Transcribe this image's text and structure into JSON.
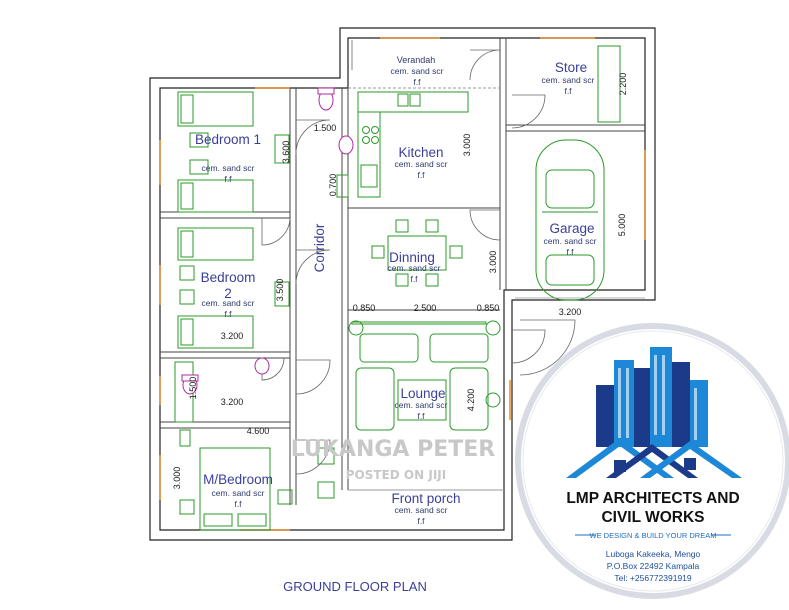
{
  "plan_title": "GROUND FLOOR PLAN",
  "rooms": {
    "bedroom1": "Bedroom 1",
    "bedroom2_line1": "Bedroom",
    "bedroom2_line2": "2",
    "master": "M/Bedroom",
    "corridor": "Corridor",
    "kitchen": "Kitchen",
    "dinning": "Dinning",
    "lounge": "Lounge",
    "front_porch": "Front porch",
    "verandah": "Verandah",
    "store": "Store",
    "garage": "Garage"
  },
  "finish_notes": {
    "line1": "cem. sand scr",
    "line2": "f.f"
  },
  "dimensions": {
    "d1500a": "1.500",
    "d3600": "3.600",
    "d0700": "0.700",
    "d3000k": "3.000",
    "d3000d": "3.000",
    "d3500": "3.500",
    "d3200a": "3.200",
    "d3200b": "3.200",
    "d1500b": "1.500",
    "d4600": "4.600",
    "d3000m": "3.000",
    "d0850a": "0.850",
    "d2500": "2.500",
    "d0850b": "0.850",
    "d4200": "4.200",
    "d2200": "2.200",
    "d5000": "5.000",
    "d3200g": "3.200"
  },
  "watermark": {
    "name": "LUKANGA PETER",
    "posted": "POSTED ON JIJI"
  },
  "logo": {
    "name_line1": "LMP ARCHITECTS AND",
    "name_line2": "CIVIL WORKS",
    "tagline": "WE DESIGN & BUILD YOUR DREAM",
    "address1": "Luboga Kakeeka, Mengo",
    "address2": "P.O.Box 22492 Kampala",
    "phone": "Tel: +256772391919",
    "colors": {
      "navy": "#1b3a8a",
      "blue": "#1e88d8",
      "ring": "#d8dbe3"
    }
  }
}
